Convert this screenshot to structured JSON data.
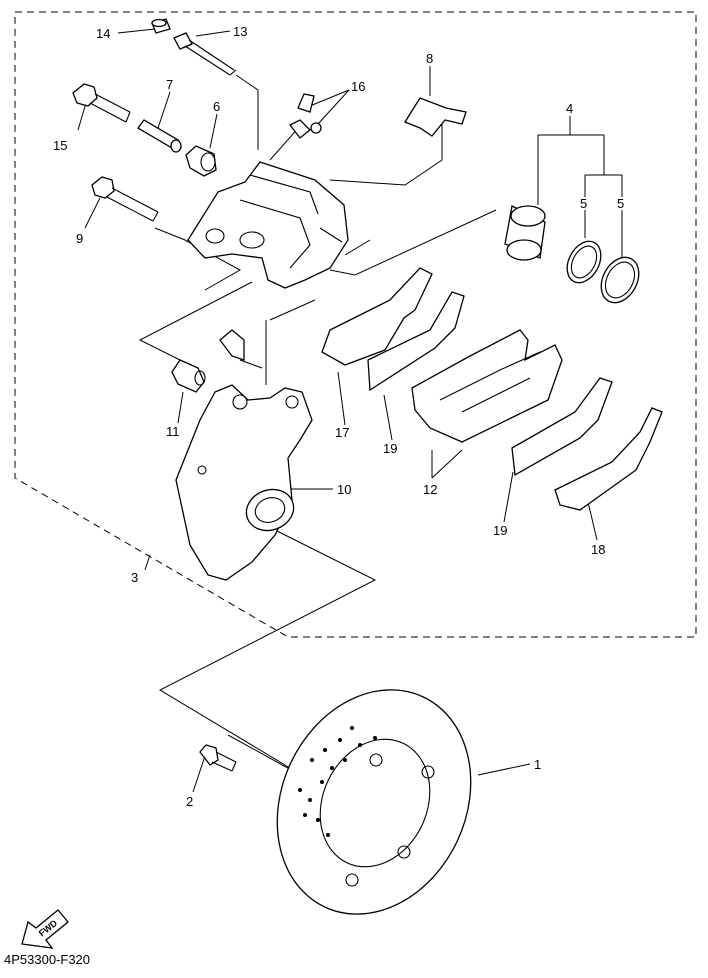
{
  "diagram_code": "4P53300-F320",
  "fwd_label": "FWD",
  "callouts": {
    "c1": "1",
    "c2": "2",
    "c3": "3",
    "c4": "4",
    "c5a": "5",
    "c5b": "5",
    "c6": "6",
    "c7": "7",
    "c8": "8",
    "c9": "9",
    "c10": "10",
    "c11": "11",
    "c12": "12",
    "c13": "13",
    "c14": "14",
    "c15": "15",
    "c16": "16",
    "c17": "17",
    "c18": "18",
    "c19a": "19",
    "c19b": "19"
  }
}
